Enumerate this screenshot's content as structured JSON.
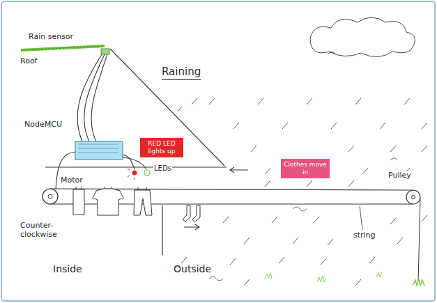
{
  "diagram": {
    "title": "Raining",
    "nodes": [
      {
        "text": [
          "RED LED lights up"
        ]
      },
      {
        "text": [
          "Clothes move in"
        ]
      }
    ],
    "labels": [
      "Rain sensor",
      "Roof",
      "NodeMCU",
      "LEDs",
      "Motor",
      "Counter-clockwise",
      "Pulley",
      "string",
      "Inside",
      "Outside"
    ]
  }
}
